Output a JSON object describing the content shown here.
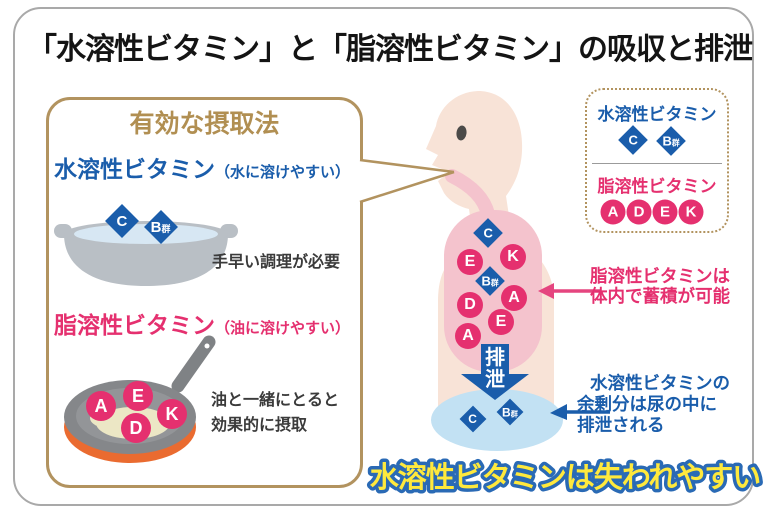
{
  "title": "「水溶性ビタミン」と「脂溶性ビタミン」の吸収と排泄",
  "intake_box": {
    "heading": "有効な摂取法",
    "water": {
      "label": "水溶性ビタミン",
      "sub": "（水に溶けやすい）",
      "note": "手早い調理が必要",
      "badges": [
        {
          "label": "C",
          "suffix": ""
        },
        {
          "label": "B",
          "suffix": "群"
        }
      ]
    },
    "fat": {
      "label": "脂溶性ビタミン",
      "sub": "（油に溶けやすい）",
      "note_line1": "油と一緒にとると",
      "note_line2": "効果的に摂取",
      "badges": [
        {
          "label": "A"
        },
        {
          "label": "E"
        },
        {
          "label": "D"
        },
        {
          "label": "K"
        }
      ]
    }
  },
  "legend": {
    "water_label": "水溶性ビタミン",
    "water_badges": [
      {
        "label": "C",
        "suffix": ""
      },
      {
        "label": "B",
        "suffix": "群"
      }
    ],
    "fat_label": "脂溶性ビタミン",
    "fat_badges": [
      {
        "label": "A"
      },
      {
        "label": "D"
      },
      {
        "label": "E"
      },
      {
        "label": "K"
      }
    ]
  },
  "body": {
    "badges": [
      {
        "label": "C",
        "shape": "diamond"
      },
      {
        "label": "E",
        "shape": "circle"
      },
      {
        "label": "K",
        "shape": "circle"
      },
      {
        "label": "B",
        "suffix": "群",
        "shape": "diamond"
      },
      {
        "label": "A",
        "shape": "circle"
      },
      {
        "label": "D",
        "shape": "circle"
      },
      {
        "label": "E",
        "shape": "circle"
      },
      {
        "label": "A",
        "shape": "circle"
      }
    ],
    "excretion_label": "排泄",
    "urine_badges": [
      {
        "label": "C",
        "suffix": ""
      },
      {
        "label": "B",
        "suffix": "群"
      }
    ]
  },
  "annotations": {
    "fat_line1": "脂溶性ビタミンは",
    "fat_line2": "体内で蓄積が可能",
    "water_line1": "水溶性ビタミンの",
    "water_line2": "余剰分は尿の中に",
    "water_line3": "排泄される"
  },
  "footer": "水溶性ビタミンは失われやすい",
  "colors": {
    "accent_blue": "#1a5dab",
    "accent_pink": "#e5306f",
    "box_border_tan": "#b2935f",
    "heading_gold": "#b18f52",
    "footer_yellow": "#ffe93c",
    "footer_outline_blue": "#2a6ab5",
    "body_skin": "#f8e3d7",
    "tract_pink": "#f4c3cd",
    "urine_blue": "#c2e1f3",
    "pot_gray": "#b9bfc5",
    "water_blue": "#d7e7f3",
    "pan_orange": "#ea6b30"
  }
}
